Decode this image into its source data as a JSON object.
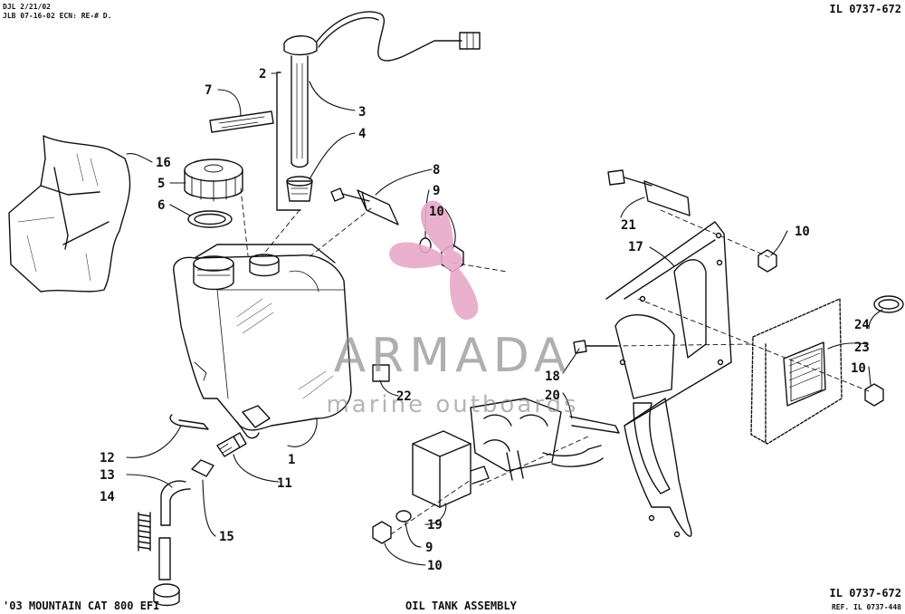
{
  "header": {
    "line1": "DJL 2/21/02",
    "line2": "JLB 07-16-02 ECN: RE-# D.",
    "id_top": "IL 0737-672"
  },
  "footer": {
    "model": "'03 MOUNTAIN CAT 800 EFI",
    "title": "OIL TANK ASSEMBLY",
    "id_bottom": "IL 0737-672",
    "ref": "REF. IL 0737-448"
  },
  "watermark": {
    "brand": "ARMADA",
    "tagline": "marine outboards",
    "color": "#e7a9c9"
  },
  "callouts": {
    "c1": "1",
    "c2": "2",
    "c3": "3",
    "c4": "4",
    "c5": "5",
    "c6": "6",
    "c7": "7",
    "c8": "8",
    "c9a": "9",
    "c9b": "9",
    "c10a": "10",
    "c10b": "10",
    "c10c": "10",
    "c10d": "10",
    "c11": "11",
    "c12": "12",
    "c13": "13",
    "c14": "14",
    "c15": "15",
    "c16": "16",
    "c17": "17",
    "c18": "18",
    "c19": "19",
    "c20": "20",
    "c21": "21",
    "c22": "22",
    "c23": "23",
    "c24": "24"
  }
}
